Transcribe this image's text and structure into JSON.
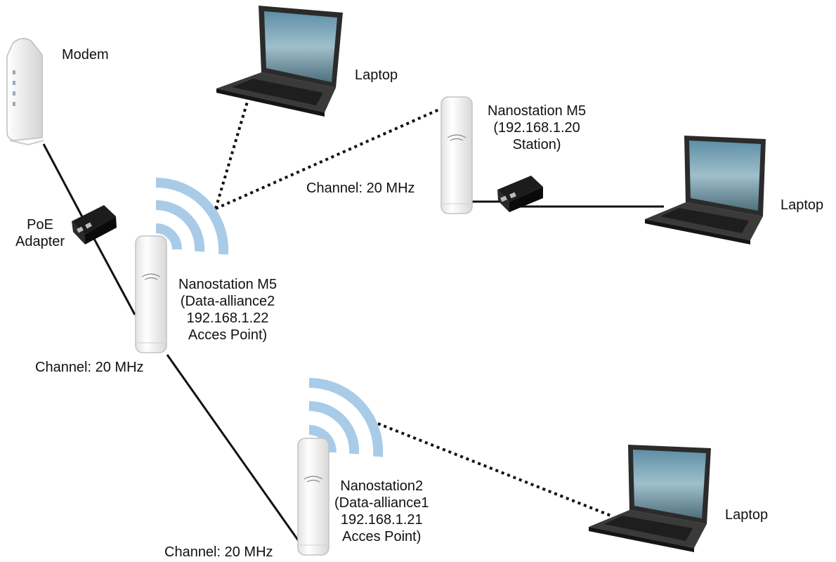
{
  "modem": {
    "label": "Modem"
  },
  "poe": {
    "lines": [
      "PoE",
      "Adapter"
    ]
  },
  "ap_main": {
    "lines": [
      "Nanostation M5",
      "(Data-alliance2",
      "192.168.1.22",
      "Acces Point)"
    ],
    "channel": "Channel: 20 MHz"
  },
  "station": {
    "lines": [
      "Nanostation M5",
      "(192.168.1.20",
      "Station)"
    ],
    "channel": "Channel: 20 MHz"
  },
  "ap_second": {
    "lines": [
      "Nanostation2",
      "(Data-alliance1",
      "192.168.1.21",
      "Acces Point)"
    ],
    "channel": "Channel: 20 MHz"
  },
  "laptop_top": {
    "label": "Laptop"
  },
  "laptop_right": {
    "label": "Laptop"
  },
  "laptop_bottom": {
    "label": "Laptop"
  },
  "colors": {
    "wifi_wave": "#a8cbe8",
    "cable": "#111111",
    "device_white": "#f2f2f2",
    "laptop_body": "#2e2e2e",
    "screen": "#6f98a8"
  }
}
